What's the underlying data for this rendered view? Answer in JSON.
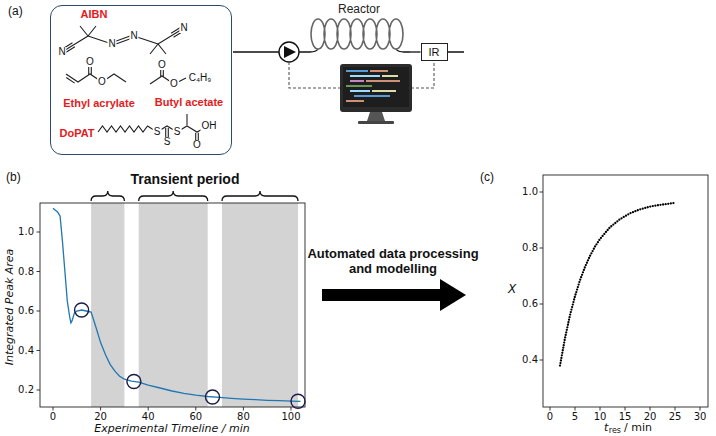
{
  "diagram": {
    "nodes": [
      {
        "text": [
          "AIBN",
          "Ethyl acrylate",
          "Butyl acetate",
          "DoPAT"
        ]
      },
      {
        "text": [
          "Reactor"
        ]
      },
      {
        "text": [
          "IR"
        ]
      }
    ],
    "edges": [
      {
        "from": 1,
        "to": 2,
        "arrow": "none"
      }
    ],
    "labels": [
      "(a)",
      "N",
      "N",
      "N",
      "N",
      "O",
      "O",
      "O",
      "O",
      "C₄H₉",
      "S",
      "S",
      "S",
      "O",
      "OH",
      "(b)",
      "Transient period",
      "1.0",
      "0.8",
      "0.6",
      "0.4",
      "0.2",
      "Integrated Peak Area",
      "0",
      "20",
      "40",
      "60",
      "80",
      "100",
      "Experimental Timeline / min",
      "Automated data processing and modelling",
      "(c)",
      "1.0",
      "0.8",
      "0.6",
      "0.4",
      "X",
      "0",
      "5",
      "10",
      "15",
      "20",
      "25",
      "30",
      "t",
      "res",
      "/ min"
    ]
  }
}
